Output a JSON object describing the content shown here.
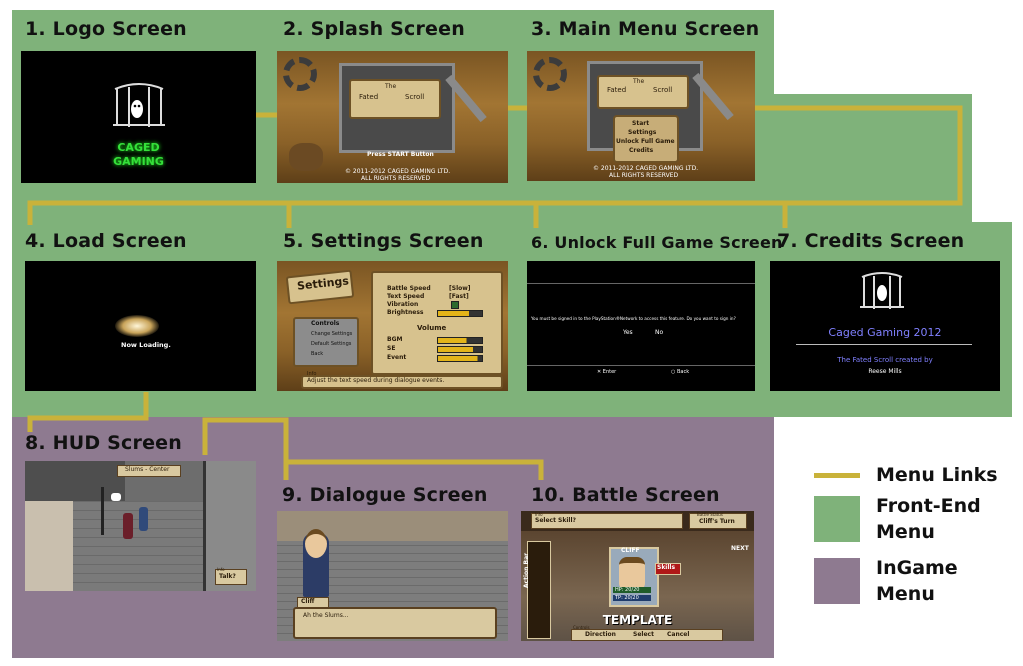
{
  "screens": [
    {
      "title": "1. Logo Screen"
    },
    {
      "title": "2. Splash Screen"
    },
    {
      "title": "3. Main Menu Screen"
    },
    {
      "title": "4. Load Screen"
    },
    {
      "title": "5. Settings Screen"
    },
    {
      "title": "6. Unlock Full Game Screen"
    },
    {
      "title": "7. Credits Screen"
    },
    {
      "title": "8. HUD Screen"
    },
    {
      "title": "9. Dialogue Screen"
    },
    {
      "title": "10. Battle Screen"
    }
  ],
  "logo": {
    "line1": "CAGED",
    "line2": "GAMING"
  },
  "splash": {
    "scroll_left": "Fated",
    "scroll_the": "The",
    "scroll_right": "Scroll",
    "press_start": "Press START Button",
    "copyright1": "© 2011-2012 CAGED GAMING LTD.",
    "copyright2": "ALL RIGHTS RESERVED"
  },
  "main_menu": {
    "items": [
      "Start",
      "Settings",
      "Unlock Full Game",
      "Credits"
    ],
    "copyright1": "© 2011-2012 CAGED GAMING LTD.",
    "copyright2": "ALL RIGHTS RESERVED"
  },
  "load": {
    "text": "Now Loading."
  },
  "settings": {
    "heading": "Settings",
    "rows": [
      {
        "label": "Battle Speed",
        "value": "[Slow]"
      },
      {
        "label": "Text Speed",
        "value": "[Fast]"
      },
      {
        "label": "Vibration",
        "value": ""
      },
      {
        "label": "Brightness",
        "value": ""
      }
    ],
    "volume_heading": "Volume",
    "volume_rows": [
      "BGM",
      "SE",
      "Event"
    ],
    "controls_heading": "Controls",
    "controls": [
      "Change Settings",
      "Default Settings",
      "Back"
    ],
    "info_label": "Info",
    "info_text": "Adjust the text speed during dialogue events."
  },
  "unlock": {
    "message": "You must be signed in to the PlayStation®Network to access this feature. Do you want to sign in?",
    "yes": "Yes",
    "no": "No",
    "enter": "✕ Enter",
    "back": "○ Back"
  },
  "credits": {
    "company": "Caged Gaming 2012",
    "line": "The Fated Scroll created by",
    "name": "Reese Mills"
  },
  "hud": {
    "location": "Slums - Center",
    "info_label": "Info",
    "talk": "Talk?"
  },
  "dialogue": {
    "speaker": "Cliff",
    "text": "Ah the Slums..."
  },
  "battle": {
    "info_label": "Info",
    "prompt": "Select Skill?",
    "status_label": "Battle Status",
    "status": "Cliff's Turn",
    "action_bar": "Action Bar",
    "next": "NEXT",
    "char_name": "CLIFF",
    "skills": "Skills",
    "hp": "HP: 20/20",
    "tp": "TP: 20/20",
    "template": "TEMPLATE",
    "controls_label": "Controls",
    "direction": "Direction",
    "select": "Select",
    "cancel": "Cancel"
  },
  "legend": {
    "menu_links": "Menu Links",
    "front_end_line1": "Front-End",
    "front_end_line2": "Menu",
    "ingame_line1": "InGame",
    "ingame_line2": "Menu"
  },
  "colors": {
    "front_end": "#7fb27a",
    "ingame": "#8e7a90",
    "links": "#c9b23a"
  }
}
